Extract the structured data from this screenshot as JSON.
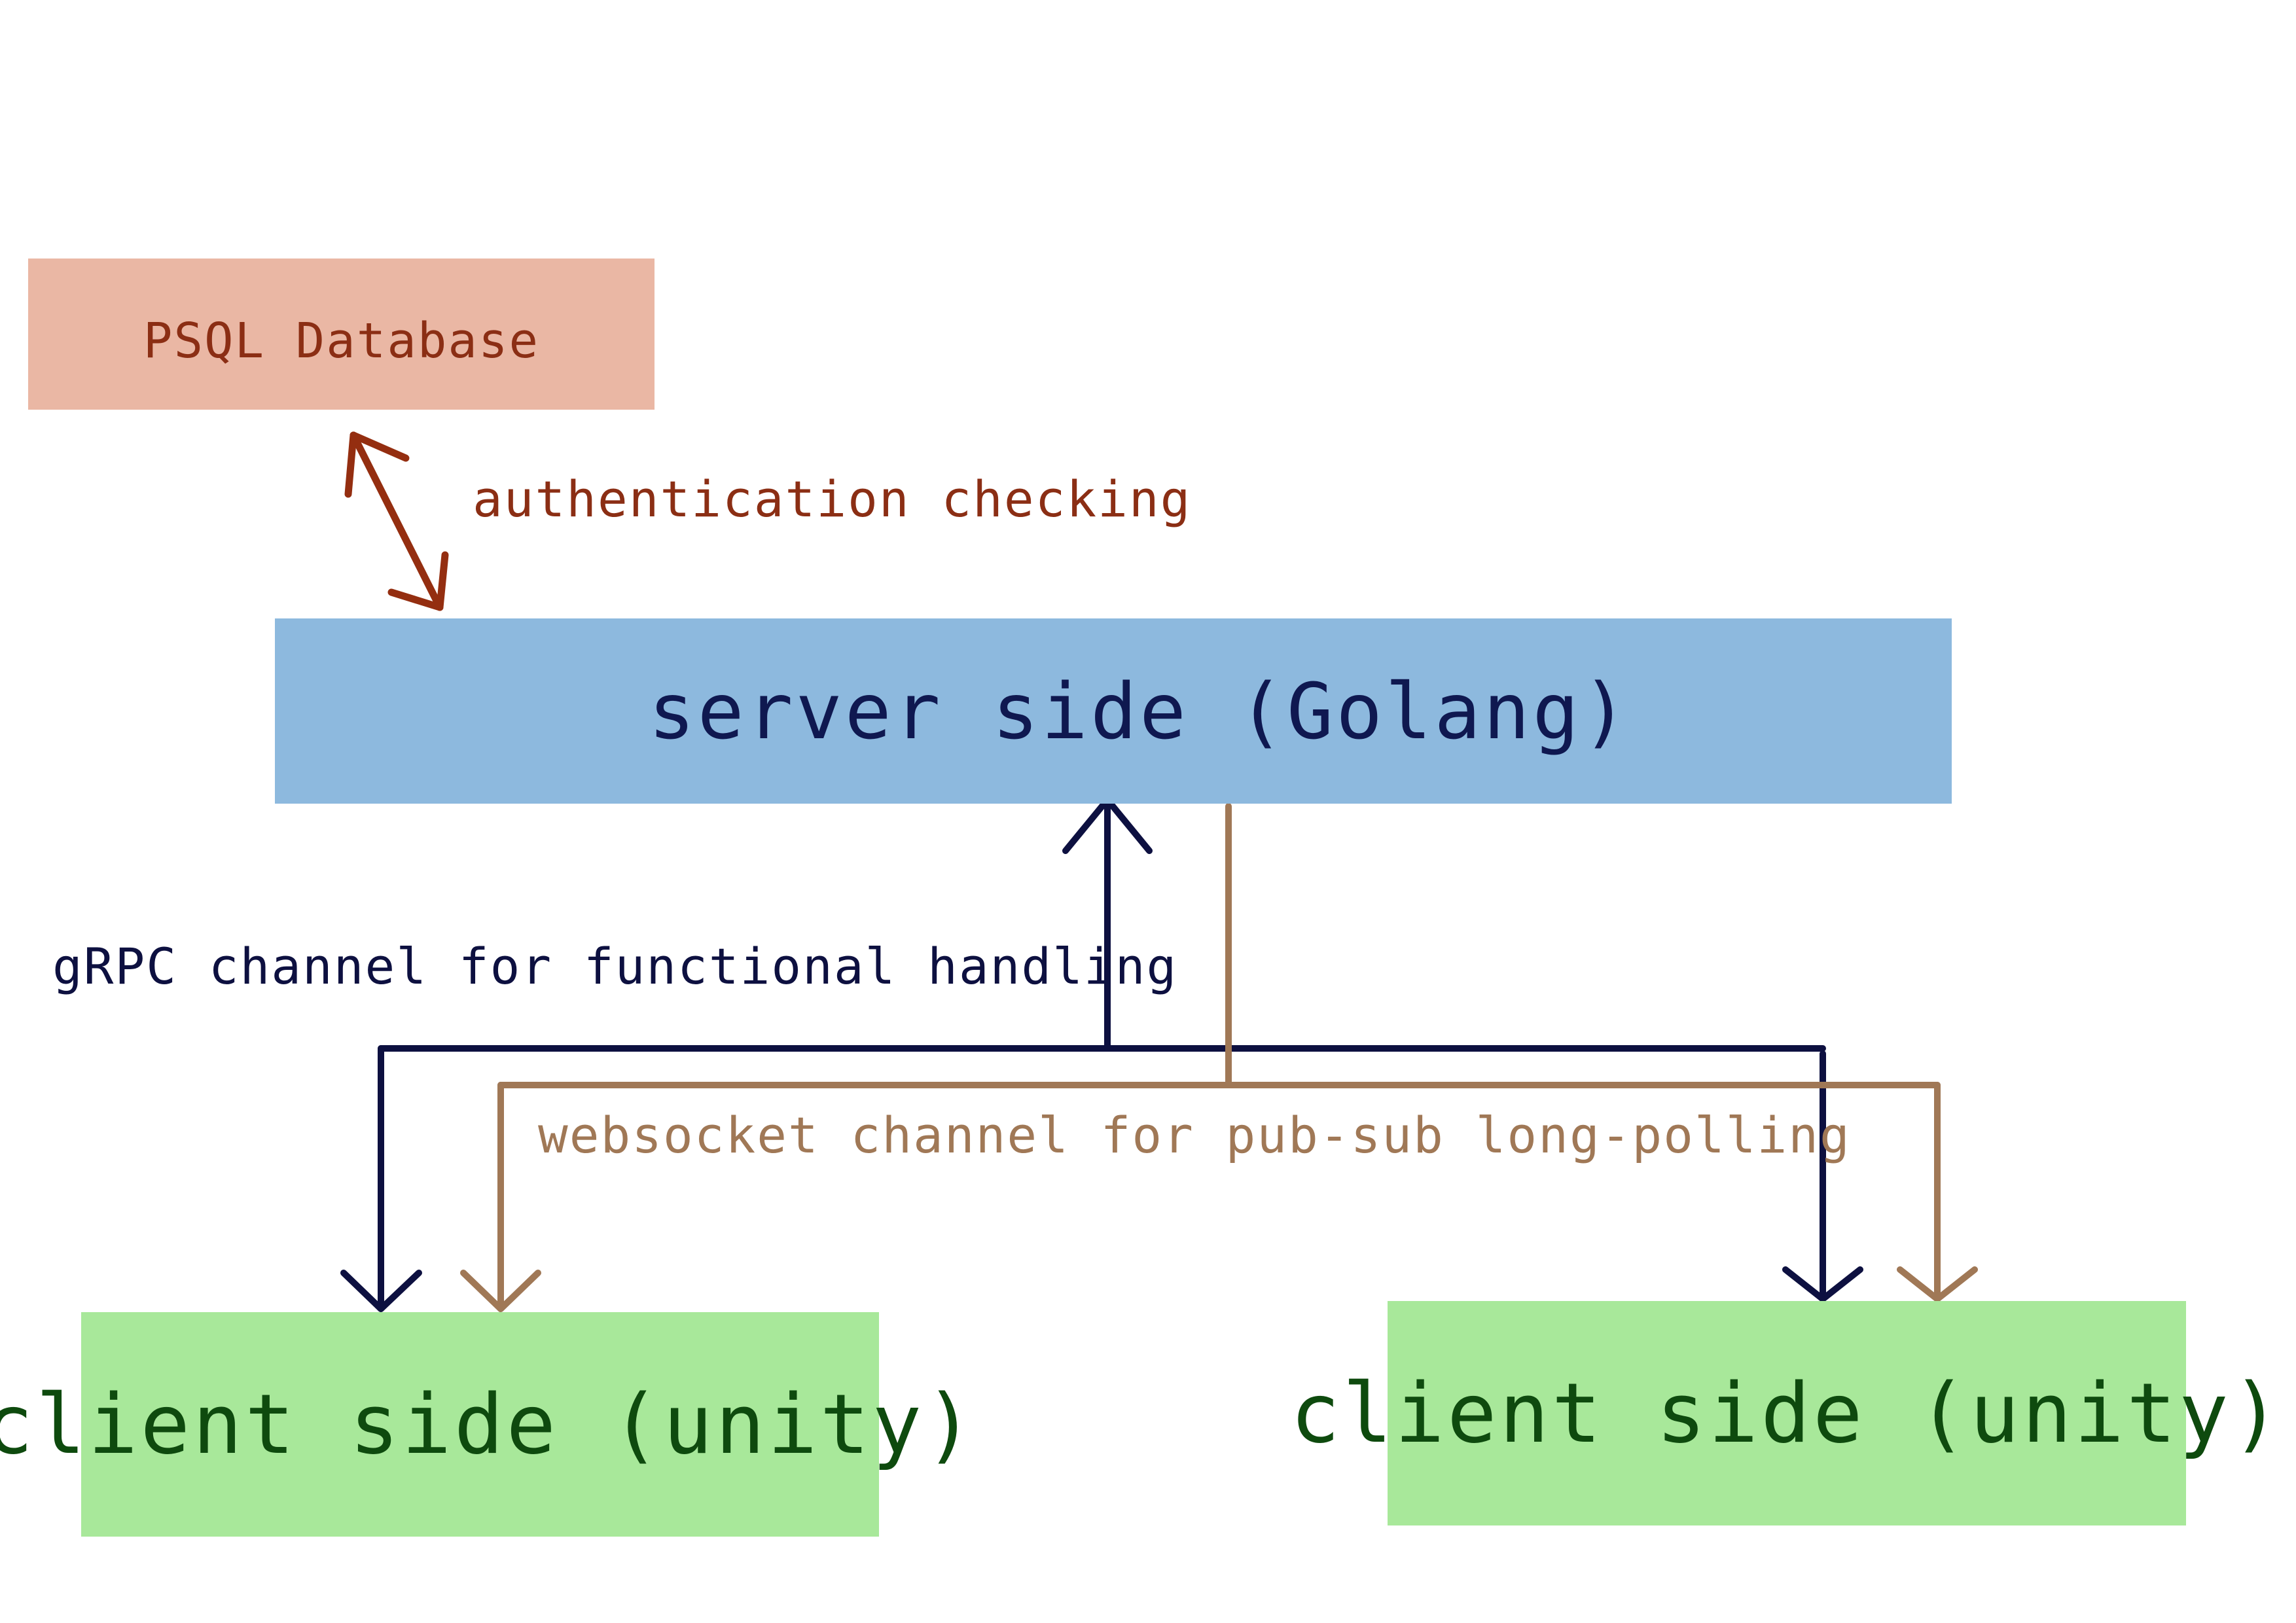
{
  "nodes": {
    "database": {
      "label": "PSQL Database"
    },
    "server": {
      "label": "server side (Golang)"
    },
    "client_left": {
      "label": "client side (unity)"
    },
    "client_right": {
      "label": "client side (unity)"
    }
  },
  "edges": {
    "auth": {
      "label": "authentication checking"
    },
    "grpc": {
      "label": "gRPC channel for functional handling"
    },
    "websocket": {
      "label": "websocket channel for pub-sub long-polling"
    }
  },
  "colors": {
    "database_fill": "#eab7a4",
    "database_text": "#8b2e14",
    "server_fill": "#8db9de",
    "server_text": "#0f1850",
    "client_fill": "#a8e89a",
    "client_text": "#0e4a0e",
    "auth_arrow": "#942e10",
    "grpc_line": "#0d1040",
    "ws_line": "#a07856",
    "auth_text": "#8b2e14",
    "grpc_text": "#0d1040",
    "ws_text": "#a07856"
  }
}
